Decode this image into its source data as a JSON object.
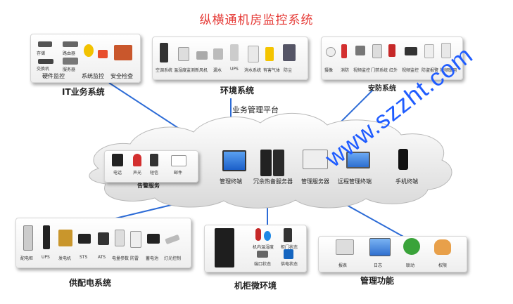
{
  "title": "纵横通机房监控系统",
  "platform_label": "业务管理平台",
  "watermark": "www.szzht.com",
  "it_panel": {
    "label": "IT业务系统",
    "devices": [
      "存储",
      "路由器",
      "交换机",
      "服务器"
    ],
    "sublabels": [
      "硬件监控",
      "系统监控",
      "安全检查"
    ]
  },
  "env_panel": {
    "label": "环境系统",
    "items": [
      "空调系统",
      "温湿度监测",
      "新风机",
      "漏水",
      "UPS",
      "消水系统",
      "有害气体",
      "防尘"
    ]
  },
  "sec_panel": {
    "label": "安防系统",
    "items": [
      "摄像",
      "消防",
      "视频监控",
      "门禁系统",
      "红外",
      "视频监控",
      "防盗报警",
      "视频联网"
    ]
  },
  "cloud": {
    "alarm_items": [
      "电话",
      "声光",
      "短信",
      "邮件"
    ],
    "alarm_label": "告警服务",
    "terminal1": "管理终端",
    "servers": "冗余热备服务器",
    "mgmt_server": "管理服务器",
    "remote": "远程管理终端",
    "other": "手机终端"
  },
  "power_panel": {
    "label": "供配电系统",
    "items": [
      "配电柜",
      "UPS",
      "发电机",
      "STS",
      "ATS",
      "电量参数",
      "防雷",
      "蓄电池",
      "灯光控制"
    ]
  },
  "cabinet_panel": {
    "label": "机柜微环境",
    "items": [
      "机内温湿度",
      "柜门状态",
      "端口状态",
      "供电状态"
    ]
  },
  "mgmt_panel": {
    "label": "管理功能",
    "items": [
      "报表",
      "日志",
      "联动",
      "权限"
    ]
  }
}
